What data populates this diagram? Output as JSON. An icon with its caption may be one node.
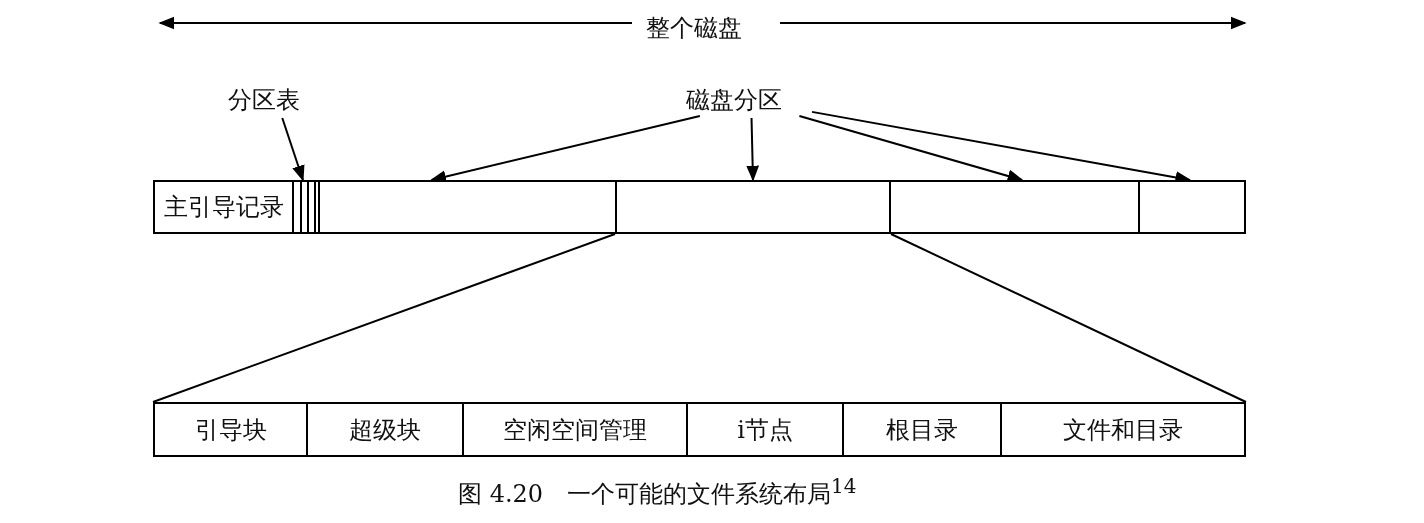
{
  "diagram": {
    "caption": "图 4.20　一个可能的文件系统布局$^{14}$",
    "nodes": [
      {
        "text": [
          "主引导记录"
        ]
      },
      {
        "text": [],
        "shape": "bar"
      },
      {
        "text": [],
        "shape": "box"
      },
      {
        "text": [],
        "shape": "box"
      },
      {
        "text": [],
        "shape": "box"
      },
      {
        "text": [],
        "shape": "box"
      },
      {
        "text": [
          "分区表"
        ]
      },
      {
        "text": [
          "磁盘分区"
        ]
      },
      {
        "text": [
          "引导块"
        ]
      },
      {
        "text": [
          "超级块"
        ]
      },
      {
        "text": [
          "空闲空间管理"
        ]
      },
      {
        "text": [
          "i节点"
        ]
      },
      {
        "text": [
          "根目录"
        ]
      },
      {
        "text": [
          "文件和目录"
        ]
      }
    ],
    "edges": [
      {
        "from": 6,
        "to": 1,
        "arrow": "to"
      },
      {
        "from": 7,
        "to": 2,
        "arrow": "to"
      },
      {
        "from": 7,
        "to": 3,
        "arrow": "to"
      },
      {
        "from": 7,
        "to": 4,
        "arrow": "to"
      },
      {
        "from": 7,
        "to": 5,
        "arrow": "to"
      },
      {
        "from": 3,
        "to": 8,
        "arrow": "none"
      },
      {
        "from": 3,
        "to": 13,
        "arrow": "none"
      }
    ],
    "labels": [
      "整个磁盘"
    ]
  }
}
